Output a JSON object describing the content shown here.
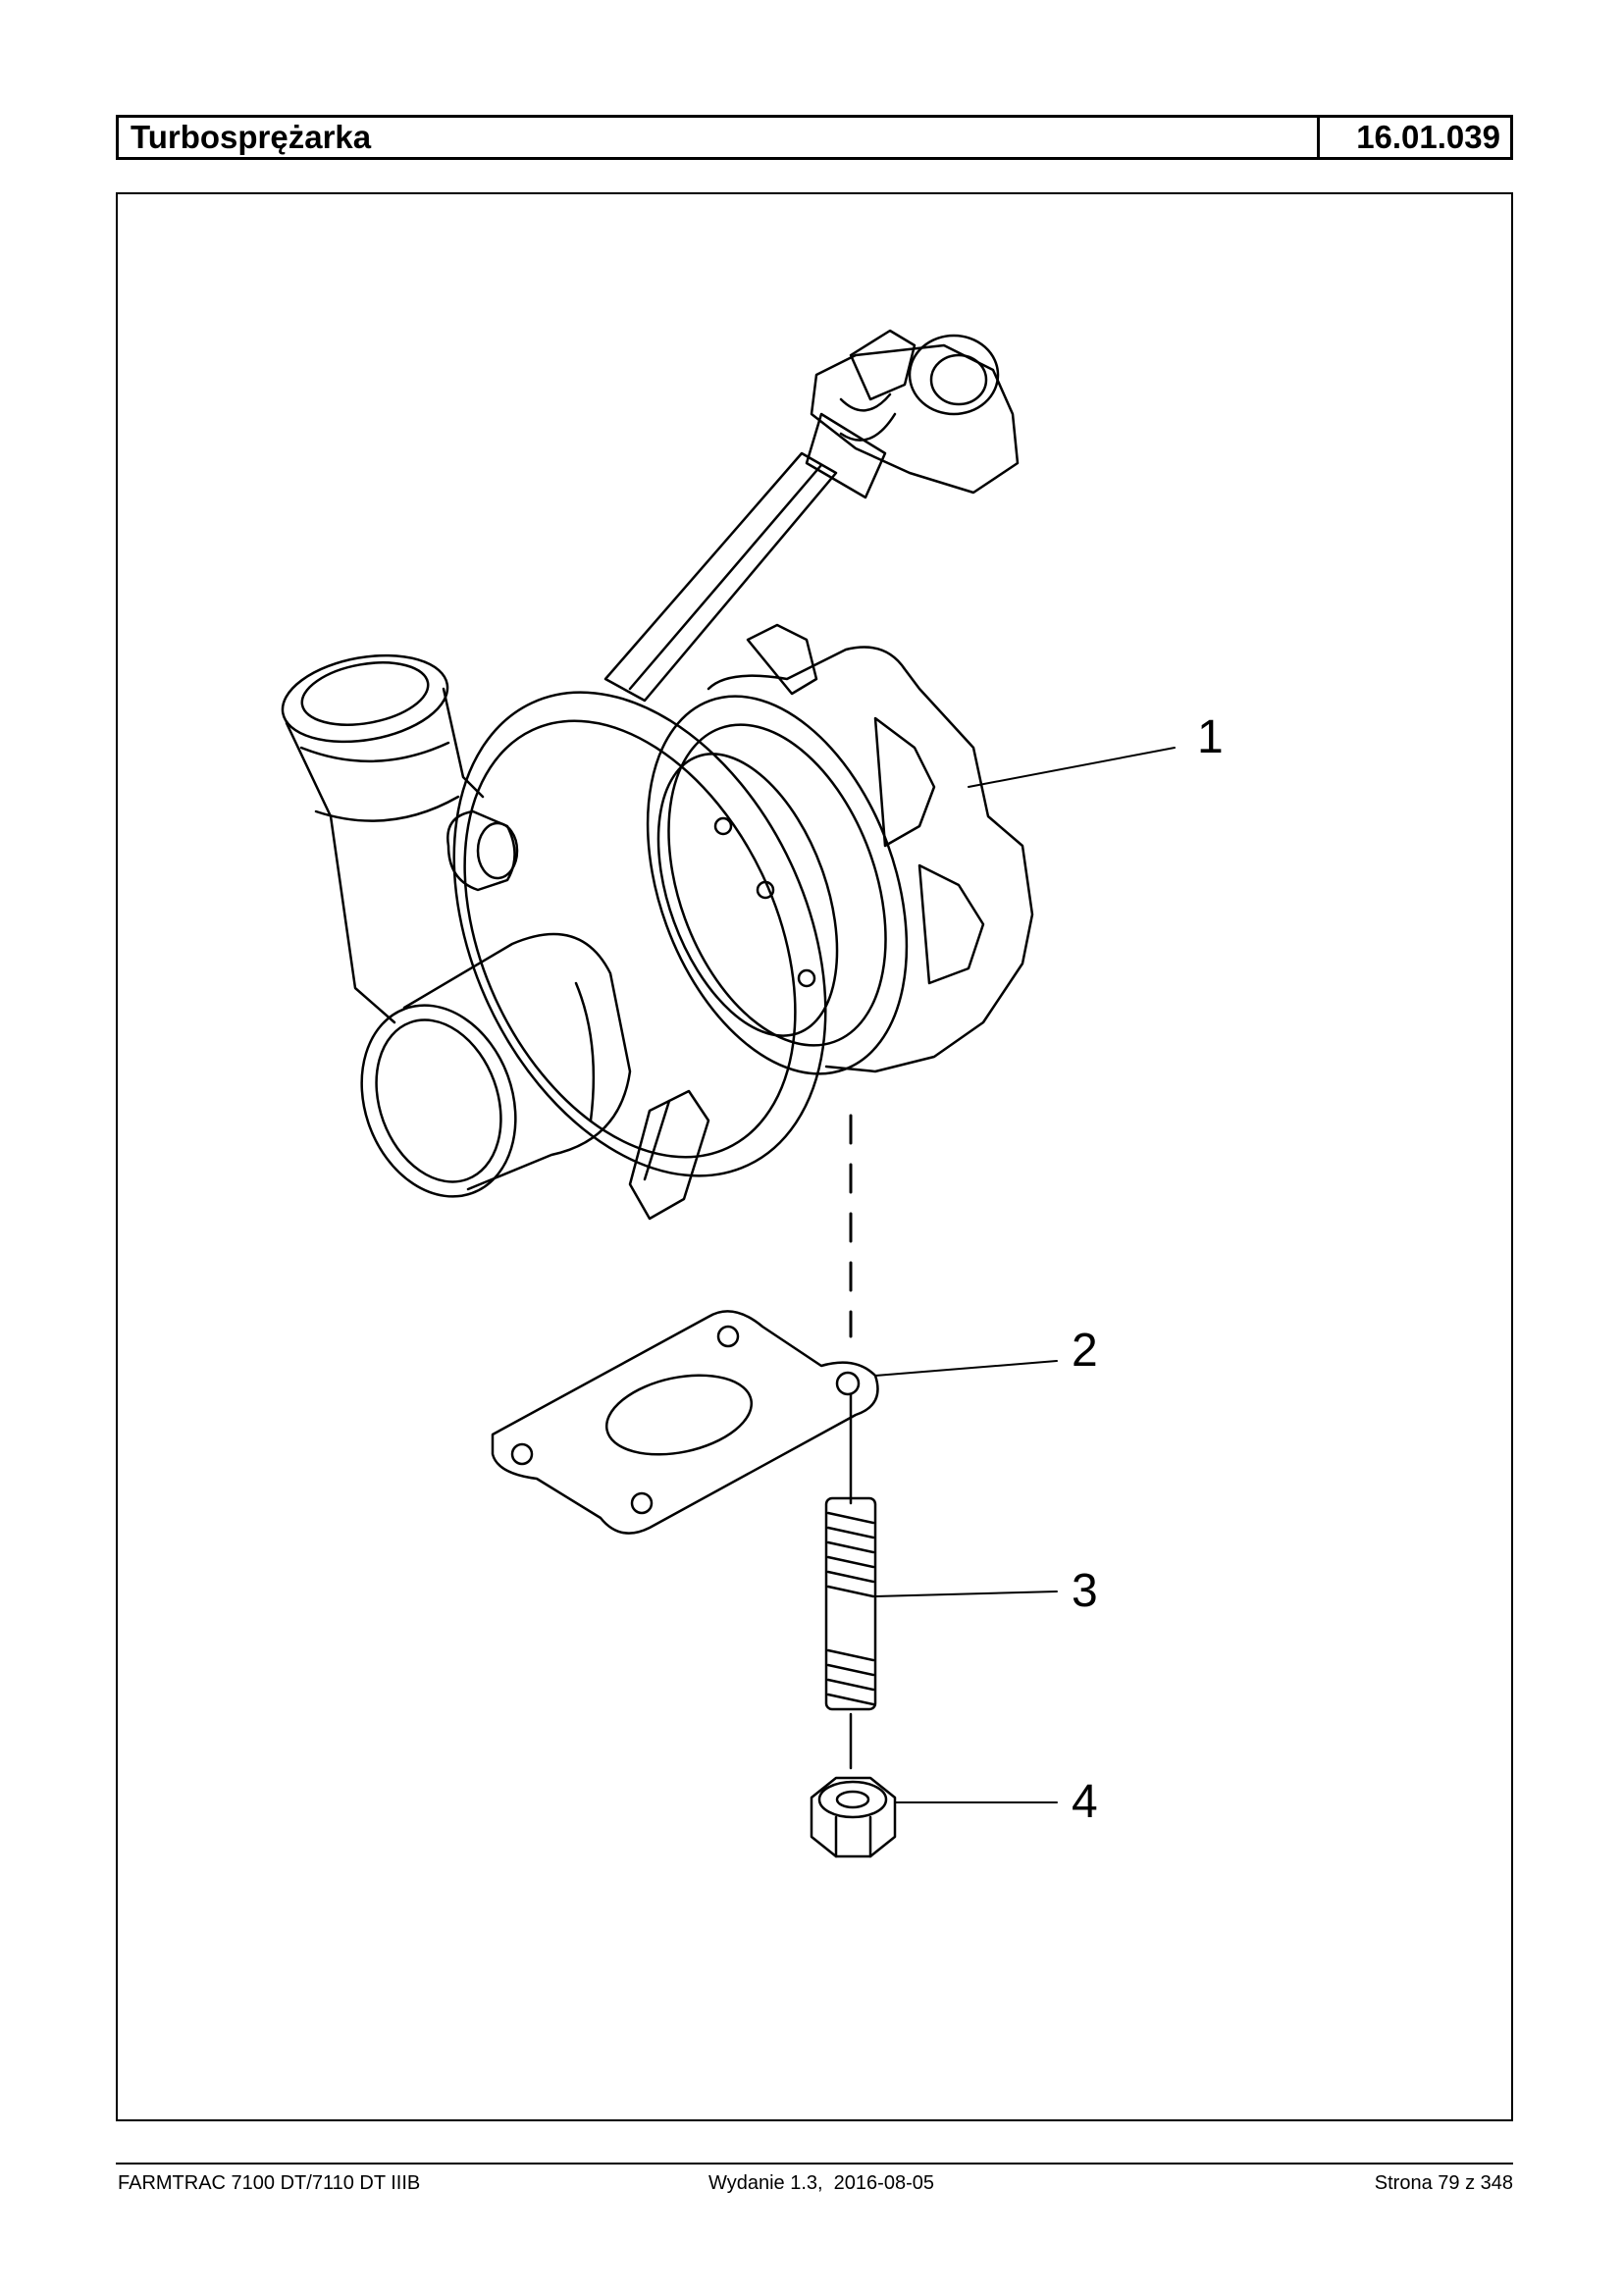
{
  "header": {
    "title": "Turbosprężarka",
    "code": "16.01.039"
  },
  "diagram": {
    "callouts": [
      "1",
      "2",
      "3",
      "4"
    ]
  },
  "footer": {
    "model": "FARMTRAC 7100 DT/7110 DT IIIB",
    "edition": "Wydanie 1.3,  2016-08-05",
    "page": "Strona 79 z 348"
  }
}
